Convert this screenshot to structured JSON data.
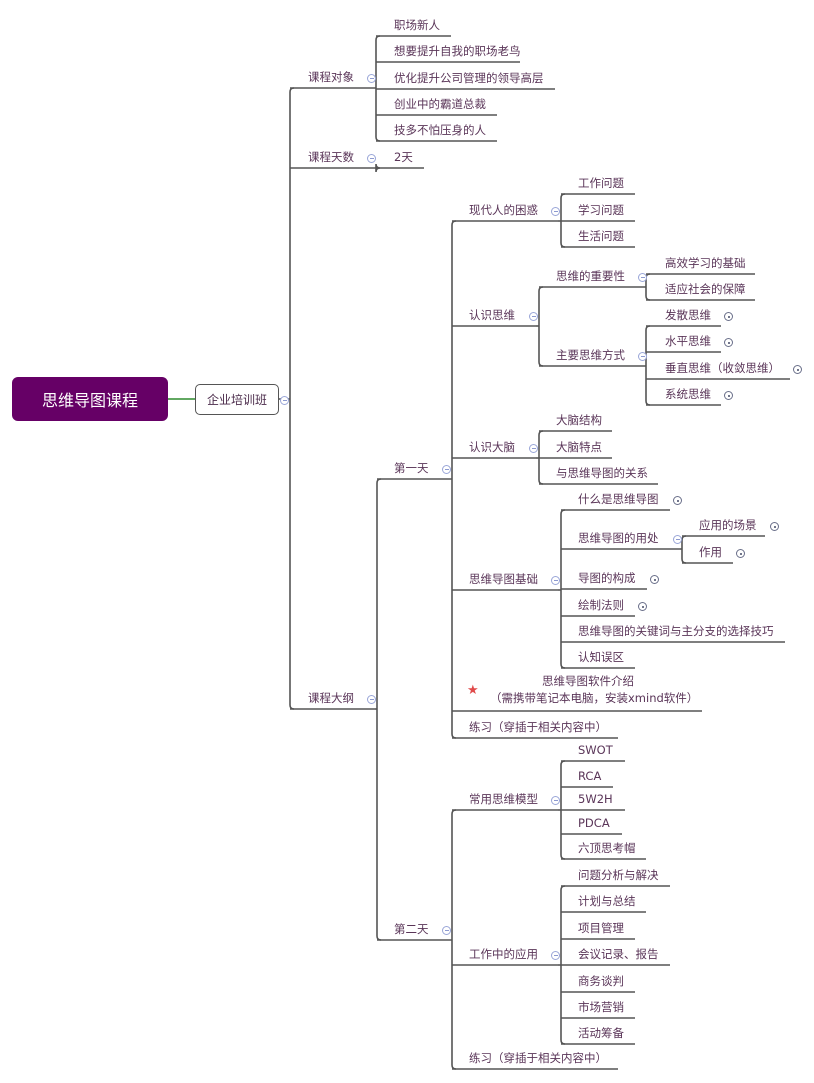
{
  "app": {
    "type": "mind-map",
    "line_color": "#555555",
    "root_color": "#660066",
    "text_color": "#5a3558",
    "toggle_color": "#8d9ad0",
    "star_color": "#e04a4a"
  },
  "root": {
    "label": "思维导图课程"
  },
  "main": {
    "label": "企业培训班",
    "state": "expanded"
  },
  "topics": {
    "audience": {
      "label": "课程对象",
      "state": "expanded"
    },
    "aud1": {
      "label": "职场新人"
    },
    "aud2": {
      "label": "想要提升自我的职场老鸟"
    },
    "aud3": {
      "label": "优化提升公司管理的领导高层"
    },
    "aud4": {
      "label": "创业中的霸道总裁"
    },
    "aud5": {
      "label": "技多不怕压身的人"
    },
    "days": {
      "label": "课程天数",
      "state": "expanded"
    },
    "days1": {
      "label": "2天"
    },
    "outline": {
      "label": "课程大纲",
      "state": "expanded"
    },
    "day1": {
      "label": "第一天",
      "state": "expanded"
    },
    "d1a": {
      "label": "现代人的困惑",
      "state": "expanded"
    },
    "d1a1": {
      "label": "工作问题"
    },
    "d1a2": {
      "label": "学习问题"
    },
    "d1a3": {
      "label": "生活问题"
    },
    "d1b": {
      "label": "认识思维",
      "state": "expanded"
    },
    "d1b1": {
      "label": "思维的重要性",
      "state": "expanded"
    },
    "d1b11": {
      "label": "高效学习的基础"
    },
    "d1b12": {
      "label": "适应社会的保障"
    },
    "d1b2": {
      "label": "主要思维方式",
      "state": "expanded"
    },
    "d1b21": {
      "label": "发散思维",
      "state": "collapsed"
    },
    "d1b22": {
      "label": "水平思维",
      "state": "collapsed"
    },
    "d1b23": {
      "label": "垂直思维（收敛思维）",
      "state": "collapsed"
    },
    "d1b24": {
      "label": "系统思维",
      "state": "collapsed"
    },
    "d1c": {
      "label": "认识大脑",
      "state": "expanded"
    },
    "d1c1": {
      "label": "大脑结构"
    },
    "d1c2": {
      "label": "大脑特点"
    },
    "d1c3": {
      "label": "与思维导图的关系"
    },
    "d1d": {
      "label": "思维导图基础",
      "state": "expanded"
    },
    "d1d1": {
      "label": "什么是思维导图",
      "state": "collapsed"
    },
    "d1d2": {
      "label": "思维导图的用处",
      "state": "expanded"
    },
    "d1d21": {
      "label": "应用的场景",
      "state": "collapsed"
    },
    "d1d22": {
      "label": "作用",
      "state": "collapsed"
    },
    "d1d3": {
      "label": "导图的构成",
      "state": "collapsed"
    },
    "d1d4": {
      "label": "绘制法则",
      "state": "collapsed"
    },
    "d1d5": {
      "label": "思维导图的关键词与主分支的选择技巧"
    },
    "d1d6": {
      "label": "认知误区"
    },
    "d1e": {
      "label": "思维导图软件介绍",
      "label2": "（需携带笔记本电脑，安装xmind软件）",
      "marker": "star-icon"
    },
    "d1f": {
      "label": "练习（穿插于相关内容中）"
    },
    "day2": {
      "label": "第二天",
      "state": "expanded"
    },
    "d2a": {
      "label": "常用思维模型",
      "state": "expanded"
    },
    "d2a1": {
      "label": "SWOT"
    },
    "d2a2": {
      "label": "RCA"
    },
    "d2a3": {
      "label": "5W2H"
    },
    "d2a4": {
      "label": "PDCA"
    },
    "d2a5": {
      "label": "六顶思考帽"
    },
    "d2b": {
      "label": "工作中的应用",
      "state": "expanded"
    },
    "d2b1": {
      "label": "问题分析与解决"
    },
    "d2b2": {
      "label": "计划与总结"
    },
    "d2b3": {
      "label": "项目管理"
    },
    "d2b4": {
      "label": "会议记录、报告"
    },
    "d2b5": {
      "label": "商务谈判"
    },
    "d2b6": {
      "label": "市场营销"
    },
    "d2b7": {
      "label": "活动筹备"
    },
    "d2c": {
      "label": "练习（穿插于相关内容中）"
    }
  },
  "tree": {
    "main": [
      "audience",
      "days",
      "outline"
    ],
    "audience": [
      "aud1",
      "aud2",
      "aud3",
      "aud4",
      "aud5"
    ],
    "days": [
      "days1"
    ],
    "outline": [
      "day1",
      "day2"
    ],
    "day1": [
      "d1a",
      "d1b",
      "d1c",
      "d1d",
      "d1e",
      "d1f"
    ],
    "d1a": [
      "d1a1",
      "d1a2",
      "d1a3"
    ],
    "d1b": [
      "d1b1",
      "d1b2"
    ],
    "d1b1": [
      "d1b11",
      "d1b12"
    ],
    "d1b2": [
      "d1b21",
      "d1b22",
      "d1b23",
      "d1b24"
    ],
    "d1c": [
      "d1c1",
      "d1c2",
      "d1c3"
    ],
    "d1d": [
      "d1d1",
      "d1d2",
      "d1d3",
      "d1d4",
      "d1d5",
      "d1d6"
    ],
    "d1d2": [
      "d1d21",
      "d1d22"
    ],
    "day2": [
      "d2a",
      "d2b",
      "d2c"
    ],
    "d2a": [
      "d2a1",
      "d2a2",
      "d2a3",
      "d2a4",
      "d2a5"
    ],
    "d2b": [
      "d2b1",
      "d2b2",
      "d2b3",
      "d2b4",
      "d2b5",
      "d2b6",
      "d2b7"
    ]
  }
}
